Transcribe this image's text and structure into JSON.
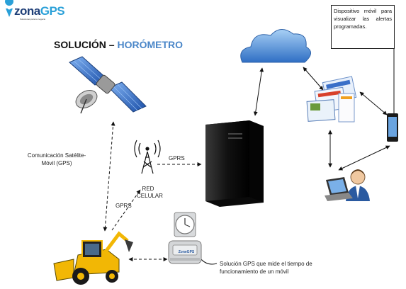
{
  "logo": {
    "prefix": "z",
    "brand": "ona",
    "suffix": "GPS",
    "tagline": "Soluciones para tu negocio"
  },
  "title": {
    "main": "SOLUCIÓN – ",
    "highlight": "HORÓMETRO"
  },
  "labels": {
    "satellite_comm": "Comunicación Satélite-Móvil (GPS)",
    "gprs_top": "GPRS",
    "gprs_bottom": "GPRS",
    "red_celular": "RED CELULAR",
    "device_caption": "Solución GPS que mide el tiempo de funcionamiento de un móvil",
    "device_brand": "ZoneGPS",
    "mobile_callout": "Dispositivo móvil para visualizar las alertas programadas."
  },
  "colors": {
    "title_highlight": "#4a86c8",
    "cloud": "#3f7fd0",
    "backhoe": "#f2b705",
    "server": "#1a1a1a",
    "logo_dark": "#1f3f78",
    "logo_light": "#2aa0d8"
  },
  "icons": [
    "map-pin-icon",
    "satellite-icon",
    "antenna-tower-icon",
    "server-icon",
    "cloud-icon",
    "web-screens-icon",
    "smartphone-icon",
    "user-laptop-icon",
    "clock-icon",
    "gps-device-icon",
    "backhoe-icon"
  ]
}
